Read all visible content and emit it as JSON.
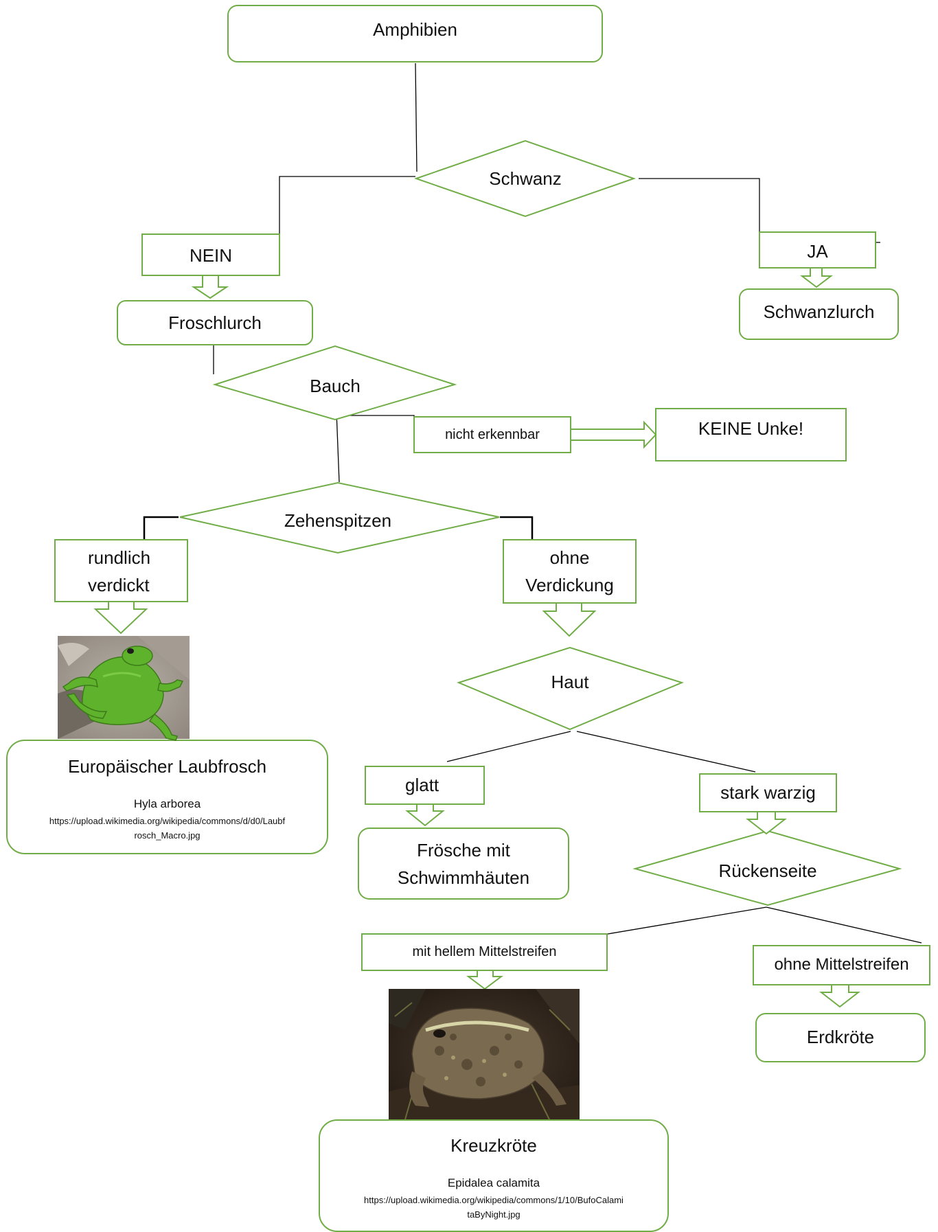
{
  "colors": {
    "stroke": "#70ad47",
    "line": "#000000"
  },
  "nodes": {
    "amphibien": "Amphibien",
    "schwanz": "Schwanz",
    "nein": "NEIN",
    "ja": "JA",
    "froschlurch": "Froschlurch",
    "schwanzlurch": "Schwanzlurch",
    "bauch": "Bauch",
    "nicht_erkennbar": "nicht erkennbar",
    "keine_unke": "KEINE Unke!",
    "zehenspitzen": "Zehenspitzen",
    "rundlich": "rundlich\nverdickt",
    "ohne_verdickung": "ohne\nVerdickung",
    "haut": "Haut",
    "glatt": "glatt",
    "stark_warzig": "stark warzig",
    "froesche": "Frösche mit\nSchwimmhäuten",
    "rueckenseite": "Rückenseite",
    "mit_mittelstreifen": "mit hellem Mittelstreifen",
    "ohne_mittelstreifen": "ohne Mittelstreifen",
    "erdkroete": "Erdkröte"
  },
  "laubfrosch": {
    "name": "Europäischer Laubfrosch",
    "latin": "Hyla arborea",
    "url": "https://upload.wikimedia.org/wikipedia/commons/d/d0/Laubf\nrosch_Macro.jpg",
    "photo": "green-tree-frog-photo"
  },
  "kreuzkroete": {
    "name": "Kreuzkröte",
    "latin": "Epidalea calamita",
    "url": "https://upload.wikimedia.org/wikipedia/commons/1/10/BufoCalami\ntaByNight.jpg",
    "photo": "natterjack-toad-photo"
  }
}
